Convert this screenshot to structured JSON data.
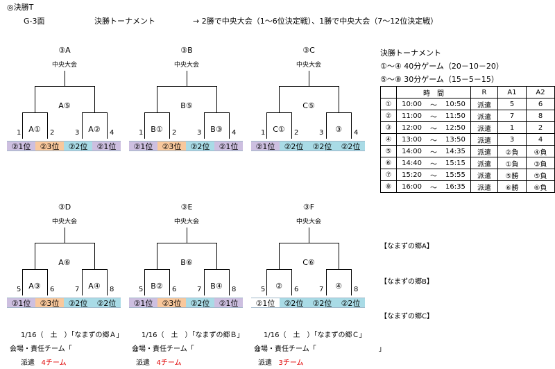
{
  "header": {
    "section": "◎決勝T",
    "court": "G-3面",
    "type": "決勝トーナメント",
    "rule": "→ 2勝で中央大会（1～6位決定戦）、1勝で中央大会（7～12位決定戦）"
  },
  "brackets": [
    {
      "id": "③A",
      "dest": "中央大会",
      "final": "A⑤",
      "semi_left": "A①",
      "semi_right": "A②",
      "nums": [
        "1",
        "2",
        "3",
        "4"
      ],
      "seeds": [
        {
          "t": "②1位",
          "c": "purple"
        },
        {
          "t": "②3位",
          "c": "orange"
        },
        {
          "t": "②2位",
          "c": "blue"
        },
        {
          "t": "②1位",
          "c": "purple"
        }
      ]
    },
    {
      "id": "③B",
      "dest": "中央大会",
      "final": "B⑤",
      "semi_left": "B①",
      "semi_right": "B③",
      "nums": [
        "1",
        "2",
        "3",
        "4"
      ],
      "seeds": [
        {
          "t": "②1位",
          "c": "purple"
        },
        {
          "t": "②3位",
          "c": "orange"
        },
        {
          "t": "②2位",
          "c": "blue"
        },
        {
          "t": "②1位",
          "c": "purple"
        }
      ]
    },
    {
      "id": "③C",
      "dest": "中央大会",
      "final": "C⑤",
      "semi_left": "C①",
      "semi_right": "③",
      "nums": [
        "1",
        "2",
        "3",
        "4"
      ],
      "seeds": [
        {
          "t": "②1位",
          "c": "purple"
        },
        {
          "t": "②2位",
          "c": "blue"
        },
        {
          "t": "②2位",
          "c": "blue"
        },
        {
          "t": "②2位",
          "c": "blue"
        }
      ]
    },
    {
      "id": "③D",
      "dest": "中央大会",
      "final": "A⑥",
      "semi_left": "A③",
      "semi_right": "A④",
      "nums": [
        "5",
        "6",
        "7",
        "8"
      ],
      "seeds": [
        {
          "t": "②1位",
          "c": "purple"
        },
        {
          "t": "②3位",
          "c": "orange"
        },
        {
          "t": "②2位",
          "c": "blue"
        },
        {
          "t": "②2位",
          "c": "blue"
        }
      ]
    },
    {
      "id": "③E",
      "dest": "中央大会",
      "final": "B⑥",
      "semi_left": "B②",
      "semi_right": "B④",
      "nums": [
        "5",
        "6",
        "7",
        "8"
      ],
      "seeds": [
        {
          "t": "②1位",
          "c": "purple"
        },
        {
          "t": "②3位",
          "c": "orange"
        },
        {
          "t": "②2位",
          "c": "blue"
        },
        {
          "t": "②1位",
          "c": "purple"
        }
      ]
    },
    {
      "id": "③F",
      "dest": "中央大会",
      "final": "C⑥",
      "semi_left": "②",
      "semi_right": "④",
      "nums": [
        "5",
        "6",
        "7",
        "8"
      ],
      "seeds": [
        {
          "t": "②1位",
          "c": "white"
        },
        {
          "t": "②2位",
          "c": "blue"
        },
        {
          "t": "②2位",
          "c": "blue"
        },
        {
          "t": "②2位",
          "c": "blue"
        }
      ]
    }
  ],
  "schedule": {
    "title": "決勝トーナメント",
    "rule1": "①～④  40分ゲーム（20－10－20）",
    "rule2": "⑤～⑧  30分ゲーム（15－5－15）",
    "headers": [
      "",
      "時　間",
      "R",
      "A1",
      "A2"
    ],
    "rows": [
      {
        "no": "①",
        "start": "10:00",
        "sep": "～",
        "end": "10:50",
        "r": "派遣",
        "a1": "5",
        "a2": "6"
      },
      {
        "no": "②",
        "start": "11:00",
        "sep": "～",
        "end": "11:50",
        "r": "派遣",
        "a1": "7",
        "a2": "8"
      },
      {
        "no": "③",
        "start": "12:00",
        "sep": "～",
        "end": "12:50",
        "r": "派遣",
        "a1": "1",
        "a2": "2"
      },
      {
        "no": "④",
        "start": "13:00",
        "sep": "～",
        "end": "13:50",
        "r": "派遣",
        "a1": "3",
        "a2": "4"
      },
      {
        "no": "⑤",
        "start": "14:00",
        "sep": "～",
        "end": "14:35",
        "r": "派遣",
        "a1": "②負",
        "a2": "④負"
      },
      {
        "no": "⑥",
        "start": "14:40",
        "sep": "～",
        "end": "15:15",
        "r": "派遣",
        "a1": "①負",
        "a2": "③負"
      },
      {
        "no": "⑦",
        "start": "15:20",
        "sep": "～",
        "end": "15:55",
        "r": "派遣",
        "a1": "⑤勝",
        "a2": "⑤負"
      },
      {
        "no": "⑧",
        "start": "16:00",
        "sep": "～",
        "end": "16:35",
        "r": "派遣",
        "a1": "⑥勝",
        "a2": "⑥負"
      }
    ]
  },
  "venues": [
    "【なまずの郷A】",
    "【なまずの郷B】",
    "【なまずの郷C】"
  ],
  "footer": [
    {
      "date": "1/16（　土　）「なまずの郷Ａ」",
      "venue": "会場・責任チーム「　　　　　　　　　」",
      "dispatch": "派遣",
      "teams": "4チーム"
    },
    {
      "date": "1/16（　土　）「なまずの郷Ｂ」",
      "venue": "会場・責任チーム「　　　　　　　　　」",
      "dispatch": "派遣",
      "teams": "4チーム"
    },
    {
      "date": "1/16（　土　）「なまずの郷Ｃ」",
      "venue": "会場・責任チーム「　　　　　　　　　」",
      "dispatch": "派遣",
      "teams": "3チーム"
    }
  ]
}
